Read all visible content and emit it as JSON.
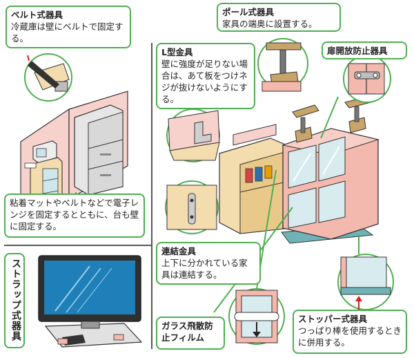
{
  "callouts": {
    "belt": {
      "title": "ベルト式器具",
      "desc": "冷蔵庫は壁にベルトで固定する。"
    },
    "pole": {
      "title": "ポール式器具",
      "desc": "家具の端奥に設置する。"
    },
    "door": {
      "title": "扉開放防止器具"
    },
    "lbracket": {
      "title": "L型金具",
      "desc": "壁に強度が足りない場合は、あて板をつけネジが抜けないようにする。"
    },
    "mat": {
      "desc": "粘着マットやベルトなどで電子レンジを固定するとともに、台も壁に固定する。"
    },
    "strap": {
      "title": "ストラップ式器具"
    },
    "connect": {
      "title": "連結金具",
      "desc": "上下に分かれている家具は連結する。"
    },
    "glass": {
      "title": "ガラス飛散防止フィルム"
    },
    "stopper": {
      "title": "ストッパー式器具",
      "desc": "つっぱり棒を使用するときに併用する。"
    }
  },
  "colors": {
    "accent": "#4caf50",
    "wall": "#f7d2cc",
    "cabinet": "#f4b9ae",
    "wood": "#f3dcae",
    "fridge": "#e4e4e4",
    "glass": "#d8ecf0",
    "mat": "#6fb3b7"
  }
}
